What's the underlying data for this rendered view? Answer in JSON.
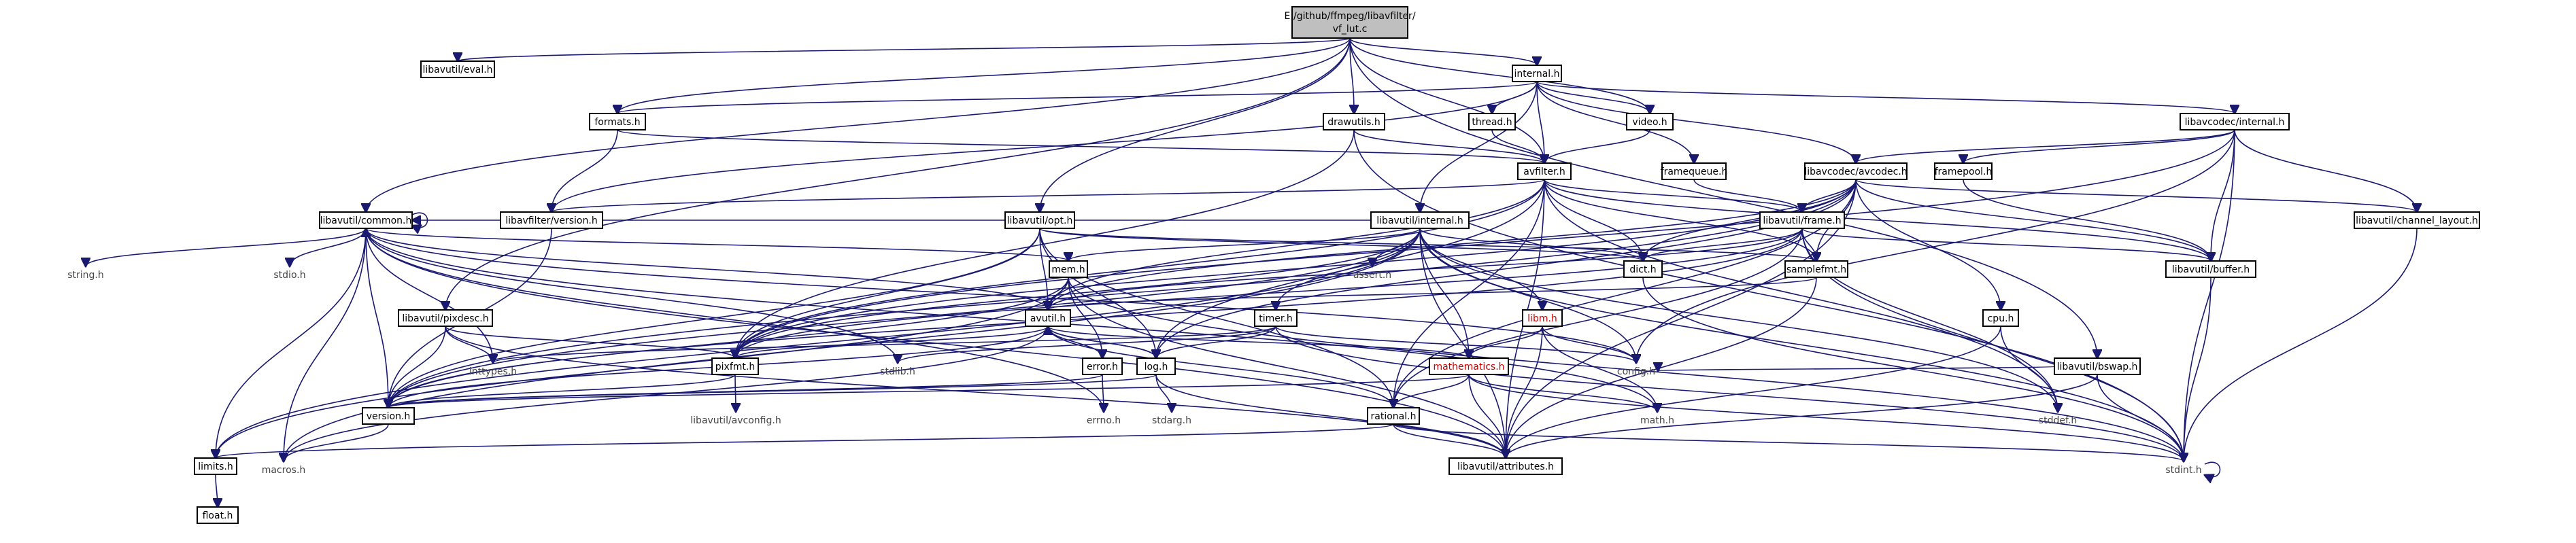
{
  "graph": {
    "title": "Include dependency graph",
    "colors": {
      "edge": "#191970",
      "root_fill": "#bfbfbf",
      "node_fill": "#ffffff",
      "node_stroke": "#000000",
      "red_label": "#cc0000"
    },
    "nodes": [
      {
        "id": "root",
        "label": "E:/github/ffmpeg/libavfilter/vf_lut.c"
      },
      {
        "id": "libavutil_eval",
        "label": "libavutil/eval.h"
      },
      {
        "id": "internal_h",
        "label": "internal.h"
      },
      {
        "id": "formats",
        "label": "formats.h"
      },
      {
        "id": "drawutils",
        "label": "drawutils.h"
      },
      {
        "id": "thread",
        "label": "thread.h"
      },
      {
        "id": "video",
        "label": "video.h"
      },
      {
        "id": "lavc_internal",
        "label": "libavcodec/internal.h"
      },
      {
        "id": "avfilter",
        "label": "avfilter.h"
      },
      {
        "id": "framequeue",
        "label": "framequeue.h"
      },
      {
        "id": "lavc_avcodec",
        "label": "libavcodec/avcodec.h"
      },
      {
        "id": "framepool",
        "label": "framepool.h"
      },
      {
        "id": "lavfi_version",
        "label": "libavfilter/version.h"
      },
      {
        "id": "common",
        "label": "libavutil/common.h"
      },
      {
        "id": "opt",
        "label": "libavutil/opt.h"
      },
      {
        "id": "lavu_internal",
        "label": "libavutil/internal.h"
      },
      {
        "id": "frame",
        "label": "libavutil/frame.h"
      },
      {
        "id": "channel_layout",
        "label": "libavutil/channel_layout.h"
      },
      {
        "id": "buffer",
        "label": "libavutil/buffer.h"
      },
      {
        "id": "string",
        "label": "string.h"
      },
      {
        "id": "stdio",
        "label": "stdio.h"
      },
      {
        "id": "assert",
        "label": "assert.h"
      },
      {
        "id": "dict",
        "label": "dict.h"
      },
      {
        "id": "samplefmt",
        "label": "samplefmt.h"
      },
      {
        "id": "mem",
        "label": "mem.h"
      },
      {
        "id": "pixdesc",
        "label": "libavutil/pixdesc.h"
      },
      {
        "id": "avutil",
        "label": "avutil.h"
      },
      {
        "id": "timer",
        "label": "timer.h"
      },
      {
        "id": "libm",
        "label": "libm.h"
      },
      {
        "id": "cpu",
        "label": "cpu.h"
      },
      {
        "id": "bswap",
        "label": "libavutil/bswap.h"
      },
      {
        "id": "inttypes",
        "label": "inttypes.h"
      },
      {
        "id": "pixfmt",
        "label": "pixfmt.h"
      },
      {
        "id": "stdlib",
        "label": "stdlib.h"
      },
      {
        "id": "error",
        "label": "error.h"
      },
      {
        "id": "log",
        "label": "log.h"
      },
      {
        "id": "mathematics",
        "label": "mathematics.h"
      },
      {
        "id": "config",
        "label": "config.h"
      },
      {
        "id": "version",
        "label": "version.h"
      },
      {
        "id": "avconfig",
        "label": "libavutil/avconfig.h"
      },
      {
        "id": "errno",
        "label": "errno.h"
      },
      {
        "id": "stdarg",
        "label": "stdarg.h"
      },
      {
        "id": "rational",
        "label": "rational.h"
      },
      {
        "id": "math",
        "label": "math.h"
      },
      {
        "id": "stddef",
        "label": "stddef.h"
      },
      {
        "id": "limits",
        "label": "limits.h"
      },
      {
        "id": "macros",
        "label": "macros.h"
      },
      {
        "id": "attributes",
        "label": "libavutil/attributes.h"
      },
      {
        "id": "stdint",
        "label": "stdint.h"
      },
      {
        "id": "float",
        "label": "float.h"
      }
    ],
    "edges": [
      [
        "root",
        "libavutil_eval"
      ],
      [
        "root",
        "internal_h"
      ],
      [
        "root",
        "formats"
      ],
      [
        "root",
        "drawutils"
      ],
      [
        "root",
        "video"
      ],
      [
        "root",
        "avfilter"
      ],
      [
        "root",
        "common"
      ],
      [
        "root",
        "opt"
      ],
      [
        "root",
        "pixdesc"
      ],
      [
        "root",
        "bswap"
      ],
      [
        "internal_h",
        "formats"
      ],
      [
        "internal_h",
        "thread"
      ],
      [
        "internal_h",
        "video"
      ],
      [
        "internal_h",
        "avfilter"
      ],
      [
        "internal_h",
        "framequeue"
      ],
      [
        "internal_h",
        "lavc_internal"
      ],
      [
        "internal_h",
        "lavc_avcodec"
      ],
      [
        "internal_h",
        "lavfi_version"
      ],
      [
        "internal_h",
        "lavu_internal"
      ],
      [
        "formats",
        "avfilter"
      ],
      [
        "formats",
        "lavfi_version"
      ],
      [
        "drawutils",
        "avfilter"
      ],
      [
        "drawutils",
        "pixfmt"
      ],
      [
        "drawutils",
        "stdint"
      ],
      [
        "thread",
        "avfilter"
      ],
      [
        "video",
        "avfilter"
      ],
      [
        "lavc_internal",
        "lavc_avcodec"
      ],
      [
        "lavc_internal",
        "buffer"
      ],
      [
        "lavc_internal",
        "channel_layout"
      ],
      [
        "lavc_internal",
        "config"
      ],
      [
        "lavc_internal",
        "pixfmt"
      ],
      [
        "lavc_internal",
        "stdint"
      ],
      [
        "lavc_internal",
        "framepool"
      ],
      [
        "framepool",
        "buffer"
      ],
      [
        "framequeue",
        "frame"
      ],
      [
        "avfilter",
        "lavfi_version"
      ],
      [
        "avfilter",
        "frame"
      ],
      [
        "avfilter",
        "buffer"
      ],
      [
        "avfilter",
        "dict"
      ],
      [
        "avfilter",
        "avutil"
      ],
      [
        "avfilter",
        "samplefmt"
      ],
      [
        "avfilter",
        "log"
      ],
      [
        "avfilter",
        "pixfmt"
      ],
      [
        "avfilter",
        "rational"
      ],
      [
        "avfilter",
        "attributes"
      ],
      [
        "avfilter",
        "stddef"
      ],
      [
        "lavc_avcodec",
        "frame"
      ],
      [
        "lavc_avcodec",
        "samplefmt"
      ],
      [
        "lavc_avcodec",
        "attributes"
      ],
      [
        "lavc_avcodec",
        "avutil"
      ],
      [
        "lavc_avcodec",
        "buffer"
      ],
      [
        "lavc_avcodec",
        "cpu"
      ],
      [
        "lavc_avcodec",
        "channel_layout"
      ],
      [
        "lavc_avcodec",
        "dict"
      ],
      [
        "lavc_avcodec",
        "log"
      ],
      [
        "lavc_avcodec",
        "pixfmt"
      ],
      [
        "lavc_avcodec",
        "rational"
      ],
      [
        "lavc_avcodec",
        "version"
      ],
      [
        "lavfi_version",
        "version"
      ],
      [
        "common",
        "string"
      ],
      [
        "common",
        "stdio"
      ],
      [
        "common",
        "errno"
      ],
      [
        "common",
        "inttypes"
      ],
      [
        "common",
        "limits"
      ],
      [
        "common",
        "math"
      ],
      [
        "common",
        "stdlib"
      ],
      [
        "common",
        "attributes"
      ],
      [
        "common",
        "macros"
      ],
      [
        "common",
        "version"
      ],
      [
        "common",
        "config"
      ],
      [
        "common",
        "mem"
      ],
      [
        "common",
        "common"
      ],
      [
        "opt",
        "avutil"
      ],
      [
        "opt",
        "dict"
      ],
      [
        "opt",
        "log"
      ],
      [
        "opt",
        "pixfmt"
      ],
      [
        "opt",
        "rational"
      ],
      [
        "opt",
        "samplefmt"
      ],
      [
        "opt",
        "version"
      ],
      [
        "lavu_internal",
        "assert"
      ],
      [
        "lavu_internal",
        "config"
      ],
      [
        "lavu_internal",
        "attributes"
      ],
      [
        "lavu_internal",
        "dict"
      ],
      [
        "lavu_internal",
        "pixfmt"
      ],
      [
        "lavu_internal",
        "macros"
      ],
      [
        "lavu_internal",
        "version"
      ],
      [
        "lavu_internal",
        "common"
      ],
      [
        "lavu_internal",
        "timer"
      ],
      [
        "lavu_internal",
        "libm"
      ],
      [
        "lavu_internal",
        "limits"
      ],
      [
        "lavu_internal",
        "stdint"
      ],
      [
        "lavu_internal",
        "stddef"
      ],
      [
        "lavu_internal",
        "mem"
      ],
      [
        "lavu_internal",
        "mathematics"
      ],
      [
        "frame",
        "avutil"
      ],
      [
        "frame",
        "buffer"
      ],
      [
        "frame",
        "dict"
      ],
      [
        "frame",
        "rational"
      ],
      [
        "frame",
        "samplefmt"
      ],
      [
        "frame",
        "pixfmt"
      ],
      [
        "frame",
        "version"
      ],
      [
        "frame",
        "stdint"
      ],
      [
        "frame",
        "stddef"
      ],
      [
        "channel_layout",
        "stdint"
      ],
      [
        "buffer",
        "stdint"
      ],
      [
        "dict",
        "stdint"
      ],
      [
        "samplefmt",
        "avutil"
      ],
      [
        "samplefmt",
        "attributes"
      ],
      [
        "mem",
        "error"
      ],
      [
        "mem",
        "attributes"
      ],
      [
        "mem",
        "avutil"
      ],
      [
        "mem",
        "version"
      ],
      [
        "mem",
        "limits"
      ],
      [
        "mem",
        "stdint"
      ],
      [
        "pixdesc",
        "inttypes"
      ],
      [
        "pixdesc",
        "pixfmt"
      ],
      [
        "pixdesc",
        "version"
      ],
      [
        "pixdesc",
        "attributes"
      ],
      [
        "avutil",
        "common"
      ],
      [
        "avutil",
        "error"
      ],
      [
        "avutil",
        "rational"
      ],
      [
        "avutil",
        "version"
      ],
      [
        "avutil",
        "macros"
      ],
      [
        "avutil",
        "mathematics"
      ],
      [
        "avutil",
        "log"
      ],
      [
        "avutil",
        "pixfmt"
      ],
      [
        "timer",
        "config"
      ],
      [
        "timer",
        "log"
      ],
      [
        "timer",
        "stdlib"
      ],
      [
        "timer",
        "inttypes"
      ],
      [
        "timer",
        "stdint"
      ],
      [
        "libm",
        "config"
      ],
      [
        "libm",
        "attributes"
      ],
      [
        "libm",
        "math"
      ],
      [
        "libm",
        "mathematics"
      ],
      [
        "cpu",
        "attributes"
      ],
      [
        "cpu",
        "stddef"
      ],
      [
        "bswap",
        "config"
      ],
      [
        "bswap",
        "attributes"
      ],
      [
        "bswap",
        "stdint"
      ],
      [
        "pixfmt",
        "avconfig"
      ],
      [
        "pixfmt",
        "version"
      ],
      [
        "error",
        "errno"
      ],
      [
        "error",
        "version"
      ],
      [
        "log",
        "avutil"
      ],
      [
        "log",
        "attributes"
      ],
      [
        "log",
        "version"
      ],
      [
        "log",
        "stdarg"
      ],
      [
        "mathematics",
        "rational"
      ],
      [
        "mathematics",
        "math"
      ],
      [
        "mathematics",
        "stdint"
      ],
      [
        "mathematics",
        "attributes"
      ],
      [
        "mathematics",
        "version"
      ],
      [
        "rational",
        "attributes"
      ],
      [
        "rational",
        "limits"
      ],
      [
        "rational",
        "stdint"
      ],
      [
        "version",
        "macros"
      ],
      [
        "limits",
        "float"
      ],
      [
        "stdint",
        "stdint"
      ]
    ]
  }
}
